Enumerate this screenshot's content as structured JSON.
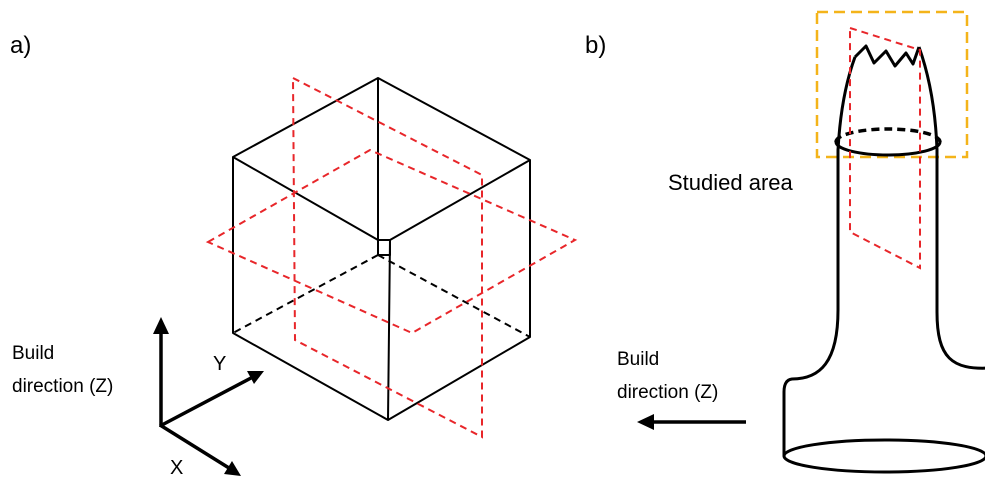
{
  "panel_a": {
    "label": "a)",
    "axes": {
      "z_label_line1": "Build",
      "z_label_line2": "direction (Z)",
      "y_label": "Y",
      "x_label": "X"
    }
  },
  "panel_b": {
    "label": "b)",
    "studied_area_label": "Studied area",
    "build_line1": "Build",
    "build_line2": "direction (Z)"
  },
  "colors": {
    "lines": "#000000",
    "section_planes": "#e8262a",
    "studied_area_box": "#f4b41a",
    "background": "#ffffff"
  }
}
